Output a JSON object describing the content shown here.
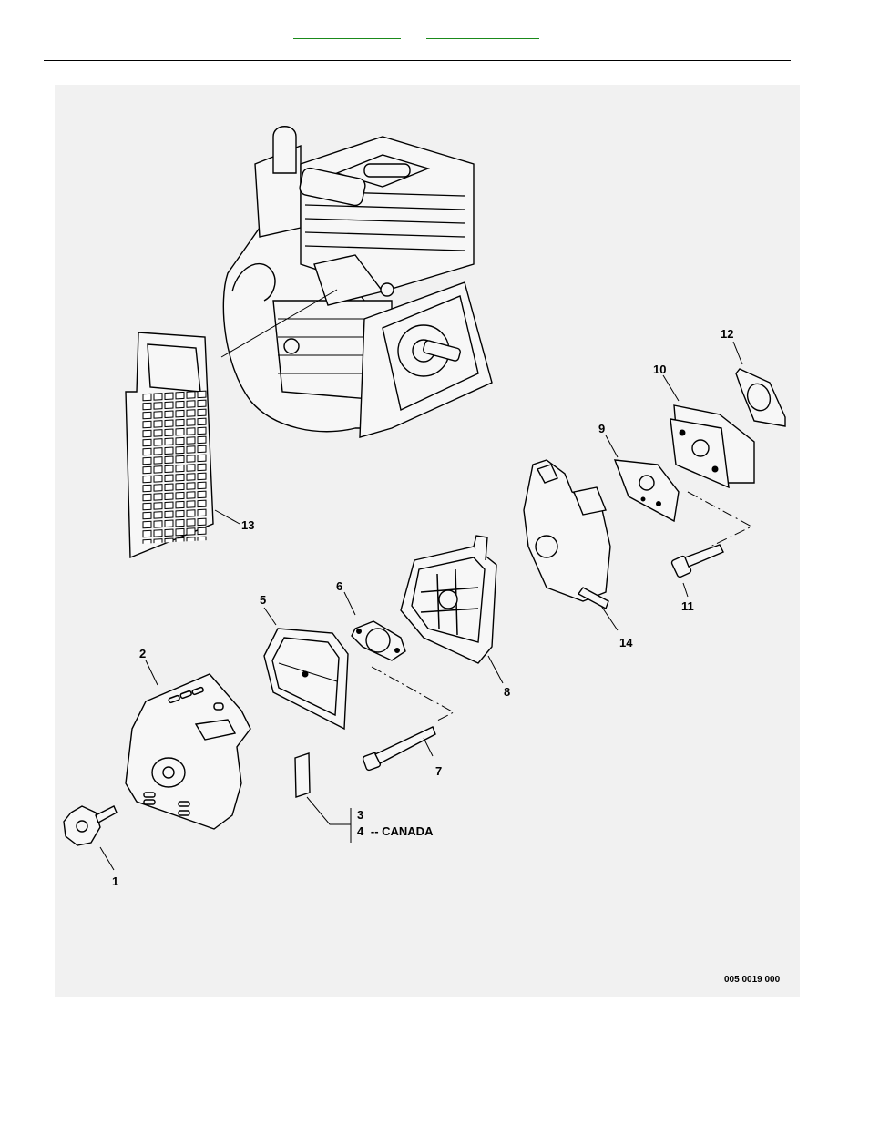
{
  "nav": {
    "prev_link": "",
    "next_link": ""
  },
  "figure": {
    "drawing_number": "005 0019 000",
    "callouts": [
      {
        "id": "1",
        "part": "knob-icon"
      },
      {
        "id": "2",
        "part": "air-cleaner-cover-icon"
      },
      {
        "id": "3",
        "part": "decal-icon"
      },
      {
        "id": "4",
        "suffix": "-- CANADA"
      },
      {
        "id": "5",
        "part": "air-filter-icon"
      },
      {
        "id": "6",
        "part": "choke-plate-icon"
      },
      {
        "id": "7",
        "part": "long-screw-icon"
      },
      {
        "id": "8",
        "part": "air-cleaner-case-icon"
      },
      {
        "id": "9",
        "part": "gasket-icon"
      },
      {
        "id": "10",
        "part": "insulator-icon"
      },
      {
        "id": "11",
        "part": "bolt-icon"
      },
      {
        "id": "12",
        "part": "gasket-icon"
      },
      {
        "id": "13",
        "part": "heat-shield-icon"
      },
      {
        "id": "14",
        "part": "carburetor-icon"
      }
    ]
  }
}
